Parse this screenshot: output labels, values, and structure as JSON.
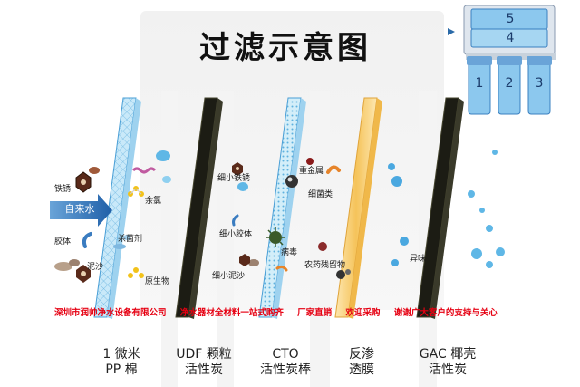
{
  "title": "过滤示意图",
  "inlet": "自来水",
  "contaminants": {
    "rust": "铁锈",
    "chlorine": "余氯",
    "colloid": "胶体",
    "bactericide": "杀菌剂",
    "sediment": "泥沙",
    "protozoa": "原生物",
    "fine_rust": "细小铁锈",
    "heavy_metal": "重金属",
    "bacteria": "细菌类",
    "fine_colloid": "细小胶体",
    "virus": "病毒",
    "fine_sediment": "细小泥沙",
    "pesticide": "农药残留物",
    "odor": "异味"
  },
  "banner": [
    "深圳市润帅净水设备有限公司",
    "净水器材全材料一站式购齐",
    "厂家直销",
    "欢迎采购",
    "谢谢广大客户的支持与关心"
  ],
  "filters": [
    {
      "line1": "1 微米",
      "line2": "PP 棉"
    },
    {
      "line1": "UDF 颗粒",
      "line2": "活性炭"
    },
    {
      "line1": "CTO",
      "line2": "活性炭棒"
    },
    {
      "line1": "反渗",
      "line2": "透膜"
    },
    {
      "line1": "GAC 椰壳",
      "line2": "活性炭"
    }
  ],
  "unit_numbers": [
    "5",
    "4",
    "1",
    "2",
    "3"
  ],
  "colors": {
    "inlet_blue": "#1f5fa8",
    "banner_red": "#e60012",
    "ro_yellow": "#f7c85a",
    "carbon": "#1c1c14",
    "pp_blue": "#bfe4f7"
  }
}
